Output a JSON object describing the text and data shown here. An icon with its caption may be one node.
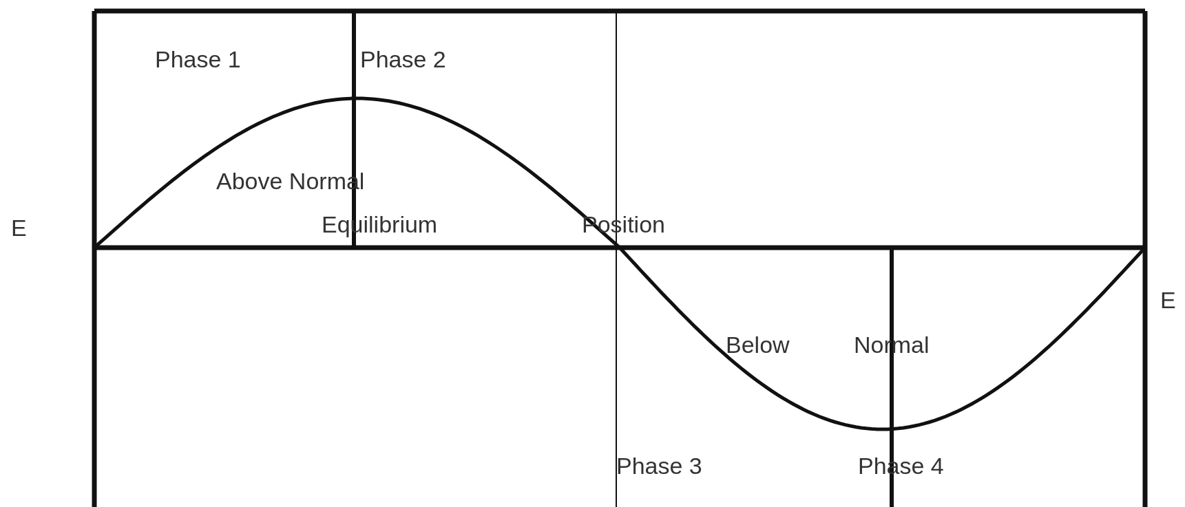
{
  "diagram": {
    "labels": [
      "Phase 1",
      "Phase 2",
      "Above Normal",
      "E",
      "Equilibrium",
      "Position",
      "E",
      "Below",
      "Normal",
      "Phase 3",
      "Phase 4"
    ]
  }
}
